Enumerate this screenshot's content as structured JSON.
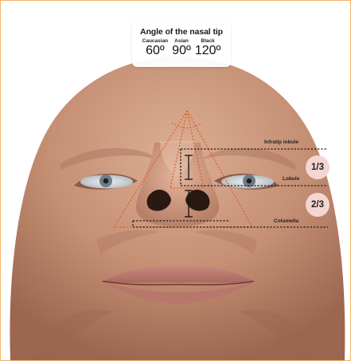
{
  "title": "Angle of the nasal tip",
  "angles": [
    {
      "population": "Caucasian",
      "value": "60º"
    },
    {
      "population": "Asian",
      "value": "90º"
    },
    {
      "population": "Black",
      "value": "120º"
    }
  ],
  "labels": {
    "infratip_lobule": "Infratip lobule",
    "lobule": "Lobule",
    "columella": "Columella"
  },
  "fractions": {
    "upper": "1/3",
    "lower": "2/3"
  },
  "colors": {
    "frame_border": "#f2b36b",
    "triangle_lines": "#e0602a",
    "fraction_circle": "#f3d5d2"
  }
}
